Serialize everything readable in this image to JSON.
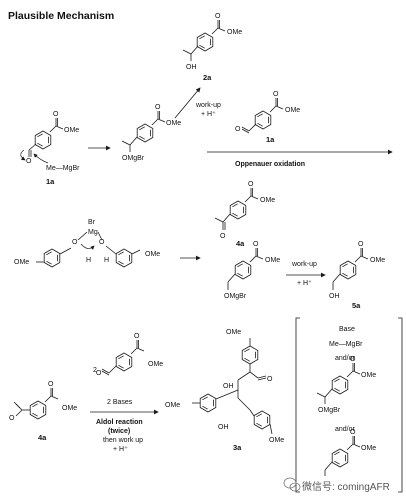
{
  "title": "Plausible Mechanism",
  "substrate_label": "1a",
  "grignard_text": "Me—MgBr",
  "product_2a": "2a",
  "workup_label": "work-up",
  "proton_label": "+ H⁺",
  "reagent_1a": "1a",
  "oppenauer_label": "Oppenauer oxidation",
  "ketone_4a": "4a",
  "alkoxide_label": "OMgBr",
  "product_5a": "5a",
  "ome": "OMe",
  "oh": "OH",
  "o": "O",
  "h": "H",
  "mg_br": [
    "Br",
    "Mg"
  ],
  "aldol": {
    "equiv": "2",
    "bases": "2 Bases",
    "reaction": "Aldol reaction",
    "times": "(twice)",
    "then": "then work up",
    "proton": "+ H⁺",
    "start": "4a",
    "product": "3a"
  },
  "base_box": {
    "title": "Base",
    "grignard": "Me—MgBr",
    "andor1": "and/or",
    "andor2": "and/or",
    "alkoxide": "OMgBr"
  },
  "watermark": "微信号: comingAFR"
}
